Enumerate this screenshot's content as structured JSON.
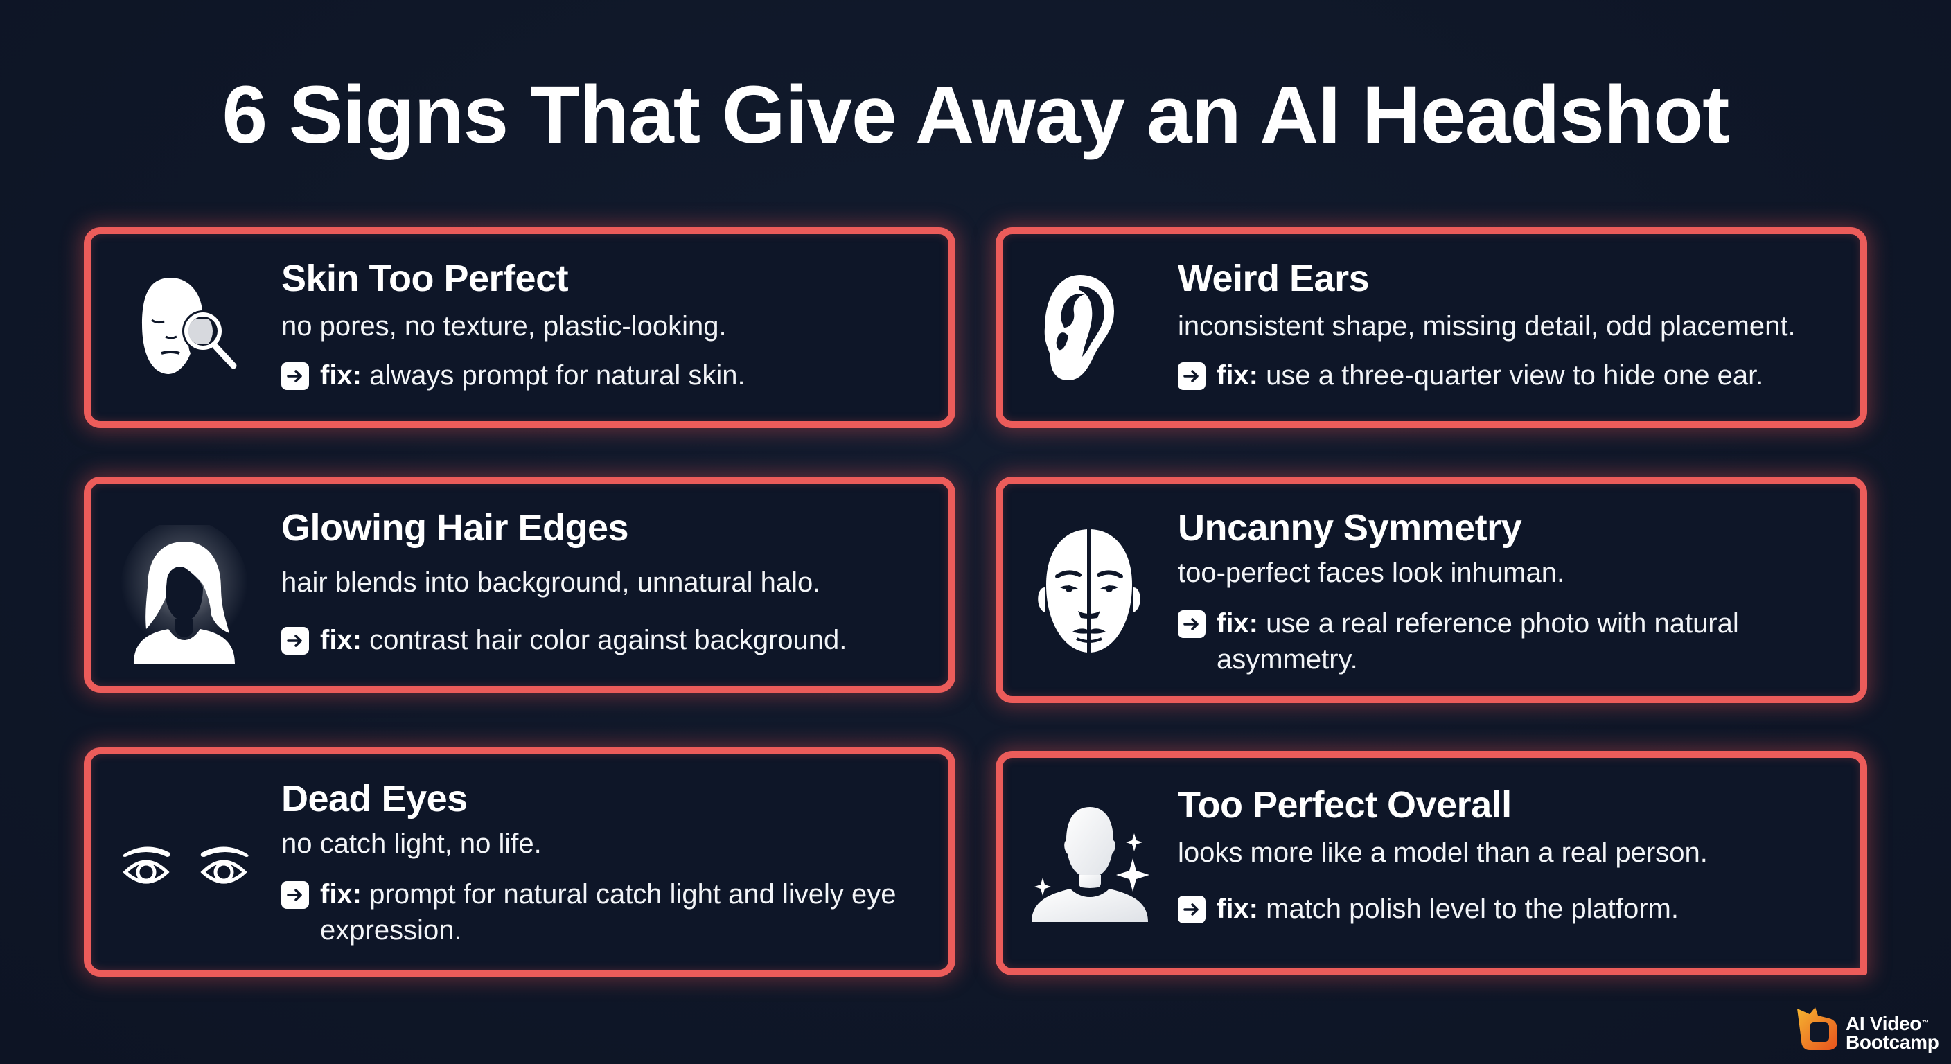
{
  "title": "6 Signs That Give Away an AI Headshot",
  "colors": {
    "background": "#0f1728",
    "card_background": "#0e1628",
    "card_border": "#ec5c5a",
    "text": "#ffffff",
    "logo_gradient_start": "#f5b531",
    "logo_gradient_end": "#e8521d"
  },
  "cards": [
    {
      "icon": "face-magnifier-icon",
      "heading": "Skin Too Perfect",
      "description": "no pores, no texture, plastic-looking.",
      "fix_label": "fix:",
      "fix_text": "always prompt for natural skin."
    },
    {
      "icon": "ear-icon",
      "heading": "Weird Ears",
      "description": "inconsistent shape, missing detail, odd placement.",
      "fix_label": "fix:",
      "fix_text": "use a three-quarter view to hide one ear."
    },
    {
      "icon": "glowing-hair-silhouette-icon",
      "heading": "Glowing Hair Edges",
      "description": "hair blends into background, unnatural halo.",
      "fix_label": "fix:",
      "fix_text": "contrast hair color against background."
    },
    {
      "icon": "symmetric-face-icon",
      "heading": "Uncanny Symmetry",
      "description": "too-perfect faces look inhuman.",
      "fix_label": "fix:",
      "fix_text": "use a real reference photo with natural asymmetry."
    },
    {
      "icon": "eyes-icon",
      "heading": "Dead Eyes",
      "description": "no catch light, no life.",
      "fix_label": "fix:",
      "fix_text": "prompt for natural catch light and lively eye expression."
    },
    {
      "icon": "mannequin-sparkles-icon",
      "heading": "Too Perfect Overall",
      "description": "looks more like a model than a real person.",
      "fix_label": "fix:",
      "fix_text": "match polish level to the platform."
    }
  ],
  "logo": {
    "line1": "AI Video",
    "trademark": "™",
    "line2": "Bootcamp"
  }
}
